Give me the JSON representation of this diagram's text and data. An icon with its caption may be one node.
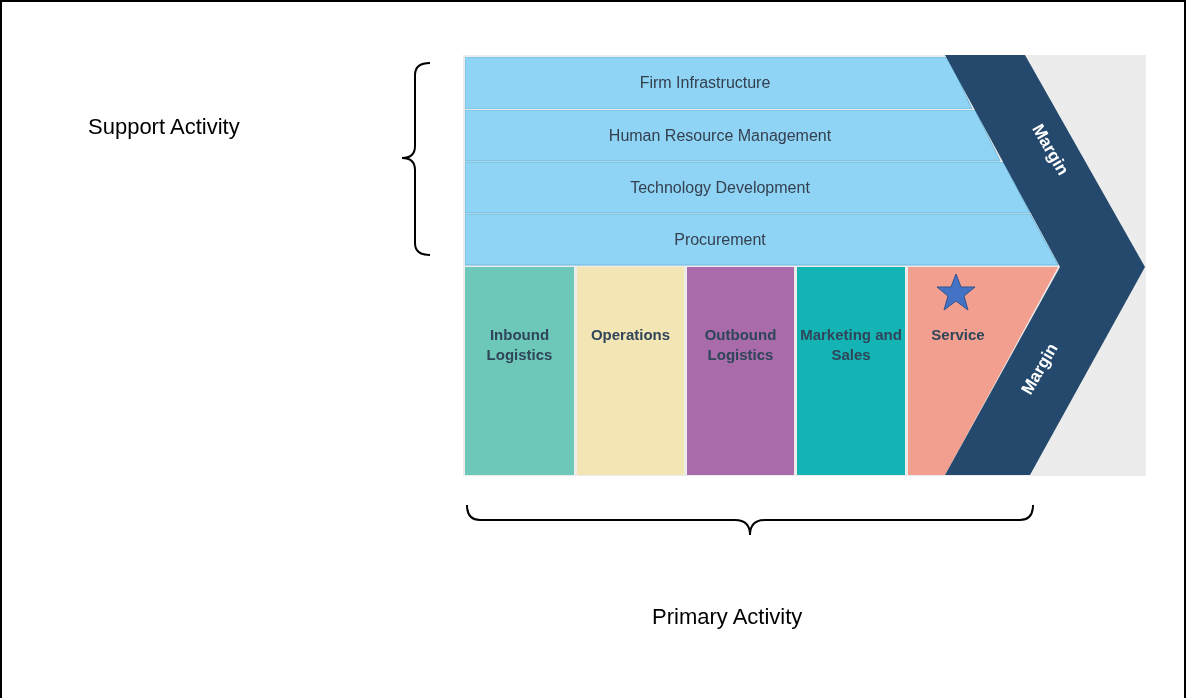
{
  "diagram": {
    "nodes": [
      {
        "text": [
          "Firm Infrastructure"
        ]
      },
      {
        "text": [
          "Human Resource Management"
        ]
      },
      {
        "text": [
          "Technology Development"
        ]
      },
      {
        "text": [
          "Procurement"
        ]
      },
      {
        "text": [
          "Inbound Logistics"
        ]
      },
      {
        "text": [
          "Operations"
        ]
      },
      {
        "text": [
          "Outbound Logistics"
        ]
      },
      {
        "text": [
          "Marketing and Sales"
        ]
      },
      {
        "text": [
          "Service"
        ]
      },
      {
        "text": [
          "Margin"
        ]
      },
      {
        "text": [
          "Margin"
        ]
      }
    ],
    "labels": [
      "Support Activity",
      "Primary Activity"
    ]
  }
}
